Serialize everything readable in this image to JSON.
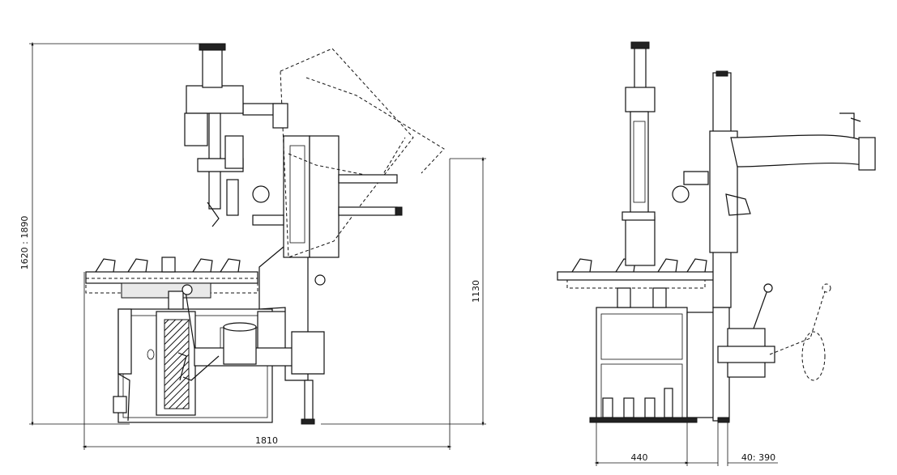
{
  "dimensions": {
    "height_range": "1620 : 1890",
    "height_working": "1130",
    "total_length": "1810",
    "base_width": "440",
    "side_offset": "40: 390"
  }
}
